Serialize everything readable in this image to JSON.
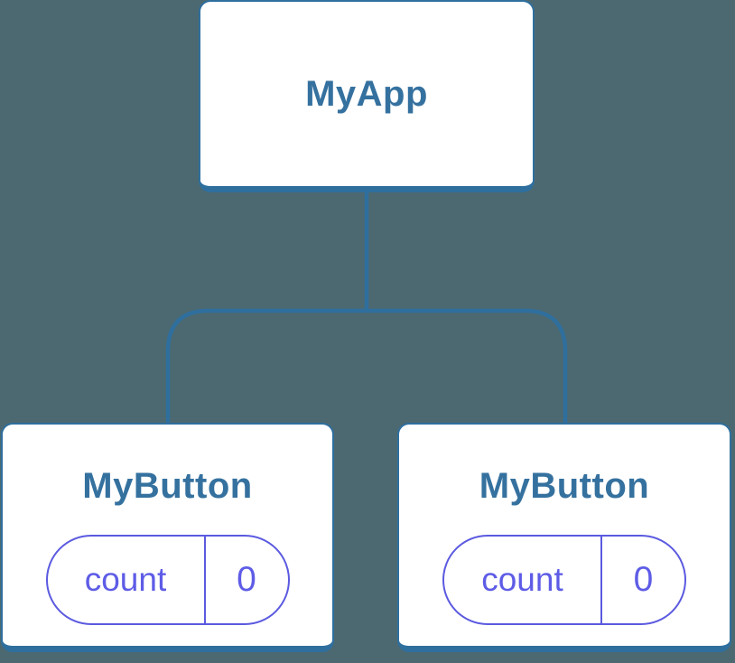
{
  "colors": {
    "background": "#4C6971",
    "node_fill": "#FFFFFF",
    "node_border_blue": "#2F6F9E",
    "node_label_blue": "#35719F",
    "state_purple": "#5B5AE0",
    "state_text_purple": "#5E5CE6"
  },
  "tree": {
    "root": {
      "label": "MyApp"
    },
    "children": [
      {
        "label": "MyButton",
        "state": {
          "key": "count",
          "value": "0"
        }
      },
      {
        "label": "MyButton",
        "state": {
          "key": "count",
          "value": "0"
        }
      }
    ]
  }
}
